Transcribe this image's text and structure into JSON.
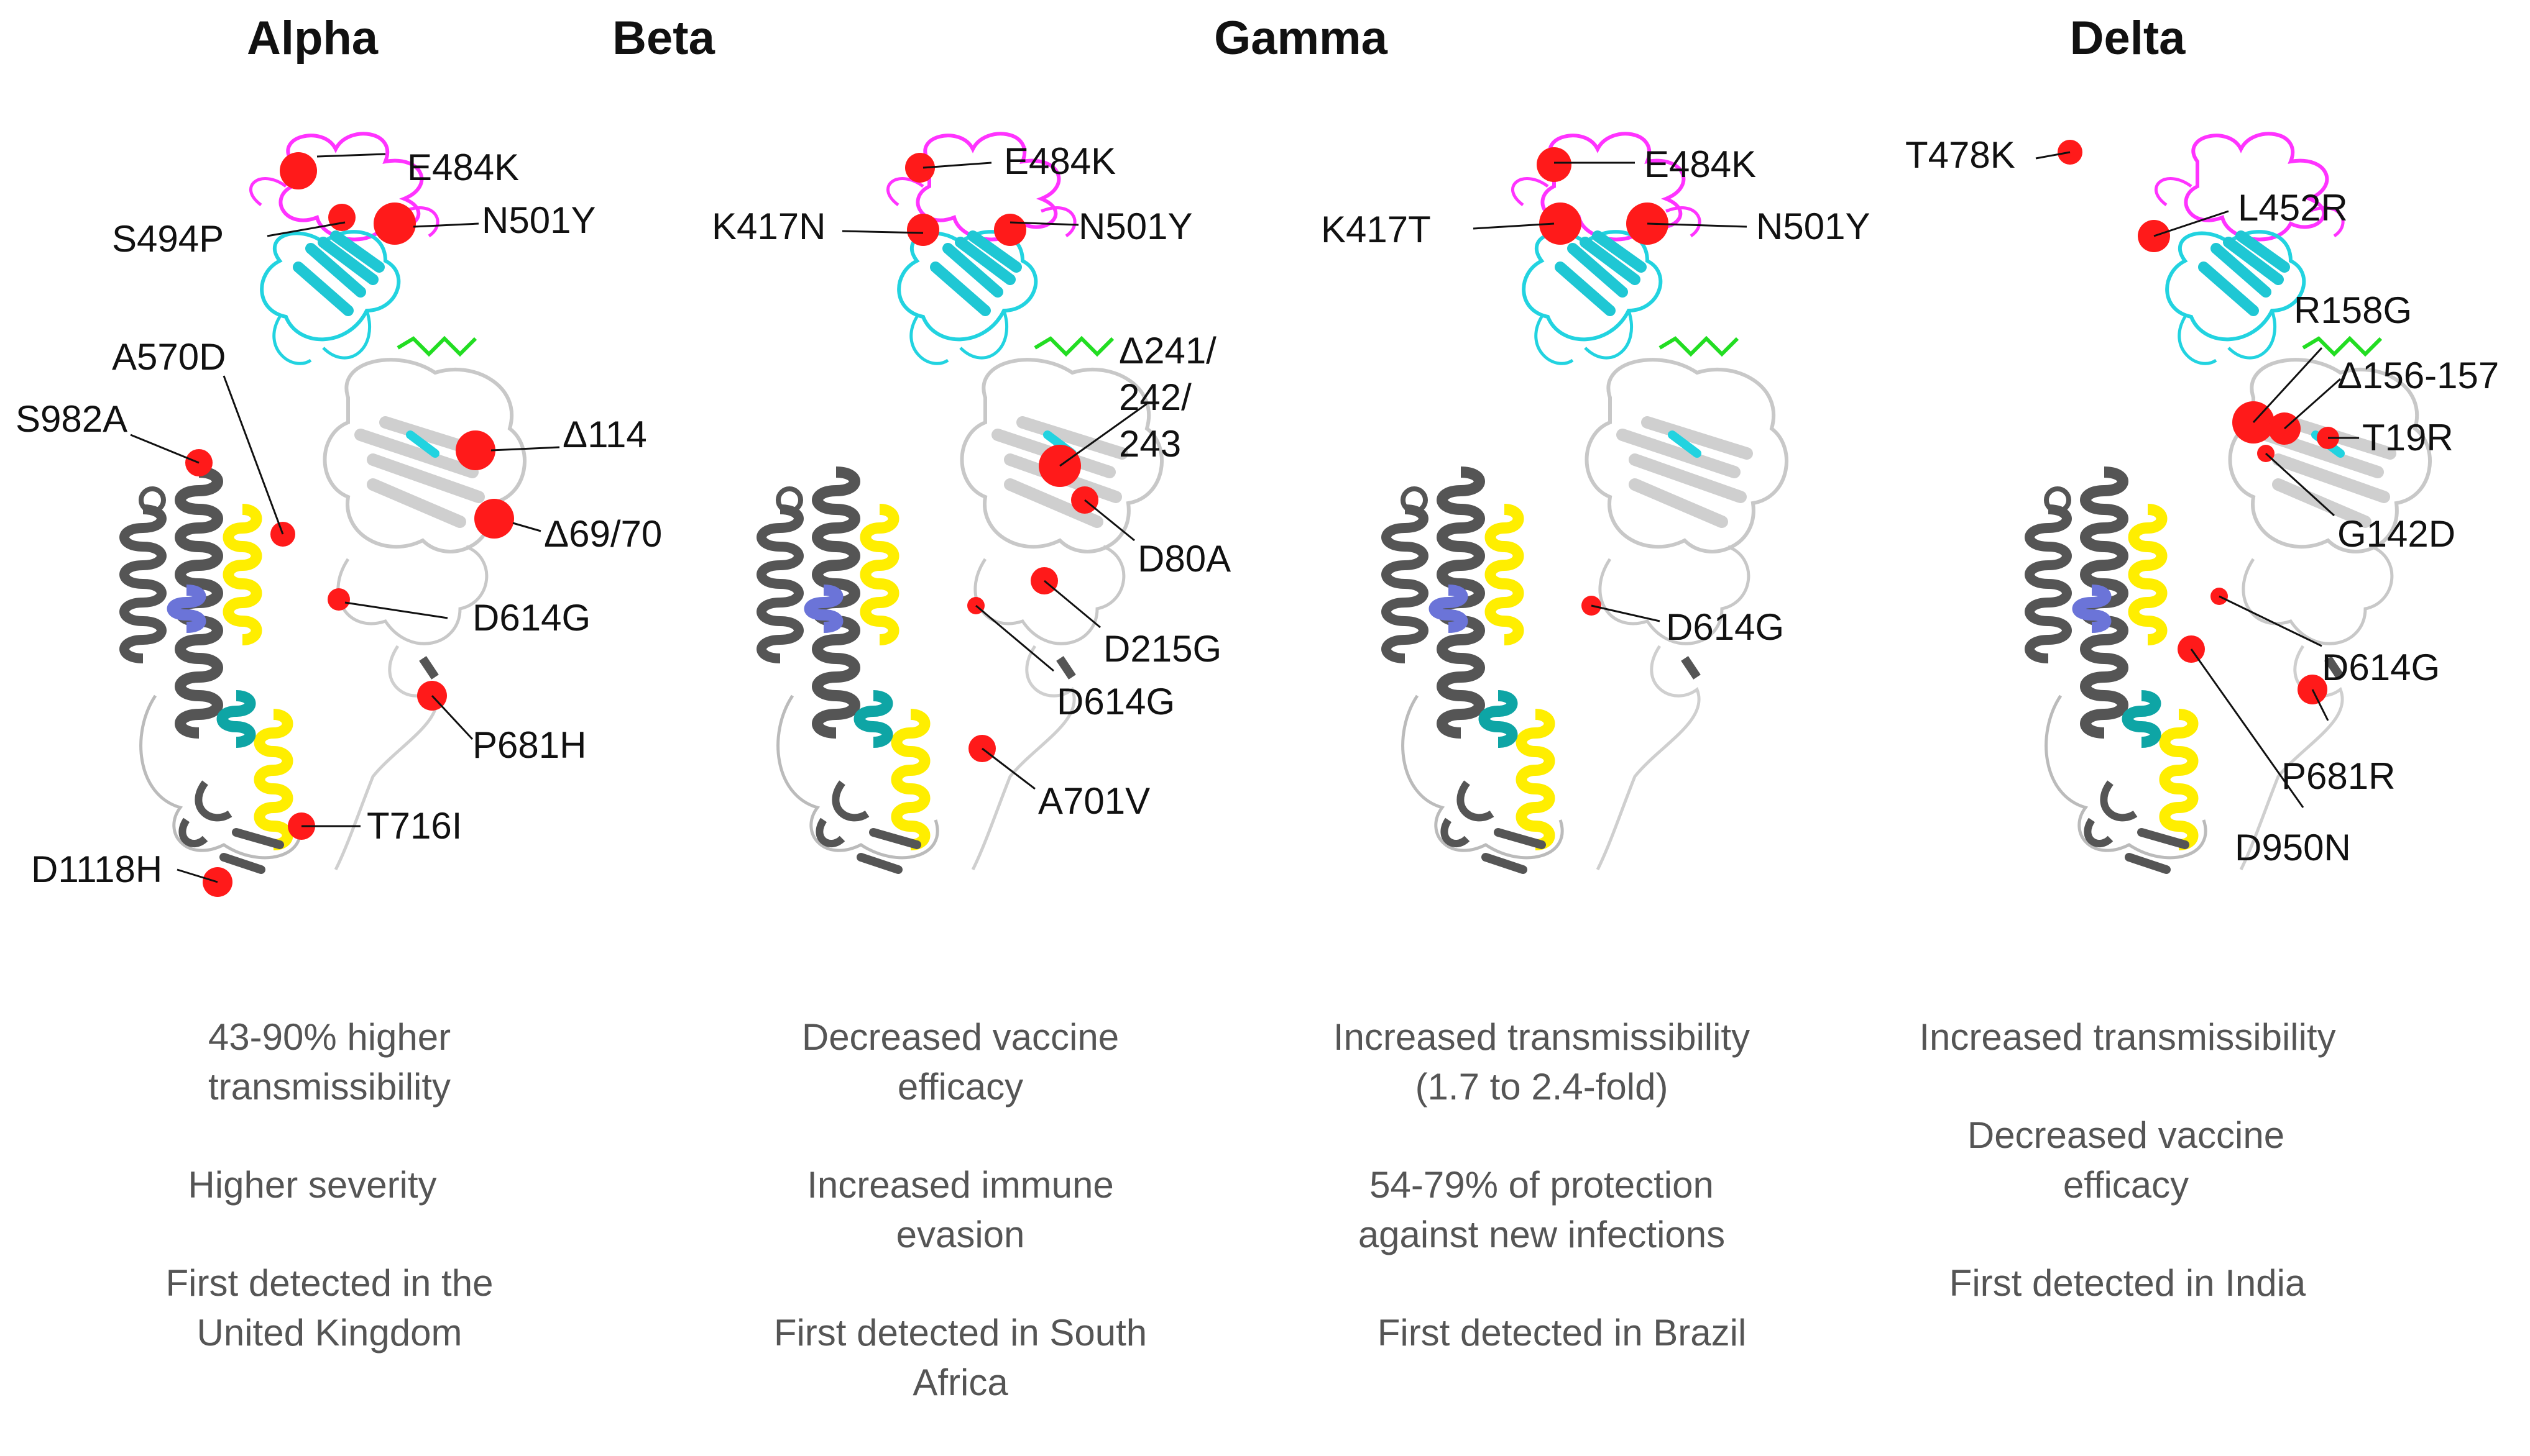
{
  "variants": [
    {
      "title": "Alpha",
      "mutations": [
        "E484K",
        "S494P",
        "N501Y",
        "A570D",
        "S982A",
        "Δ114",
        "Δ69/70",
        "D614G",
        "P681H",
        "T716I",
        "D1118H"
      ],
      "descriptions": [
        "43-90% higher transmissibility",
        "Higher severity",
        "First detected in the United Kingdom"
      ]
    },
    {
      "title": "Beta",
      "mutations": [
        "E484K",
        "K417N",
        "N501Y",
        "Δ241/",
        "242/",
        "243",
        "D80A",
        "D215G",
        "D614G",
        "A701V"
      ],
      "descriptions": [
        "Decreased vaccine efficacy",
        "Increased immune evasion",
        "First detected in South Africa"
      ]
    },
    {
      "title": "Gamma",
      "mutations": [
        "E484K",
        "K417T",
        "N501Y",
        "D614G"
      ],
      "descriptions": [
        "Increased transmissibility (1.7 to 2.4-fold)",
        "54-79% of protection against new infections",
        "First detected in Brazil"
      ]
    },
    {
      "title": "Delta",
      "mutations": [
        "T478K",
        "L452R",
        "R158G",
        "Δ156-157",
        "T19R",
        "G142D",
        "D614G",
        "P681R",
        "D950N"
      ],
      "descriptions": [
        "Increased transmissibility",
        "Decreased vaccine efficacy",
        "First detected in India"
      ]
    }
  ],
  "colors": {
    "mutation": "#ff1a1a",
    "rbd_loop": "#ff33ff",
    "rbd_core": "#22d3e0",
    "ntd": "#c8c8c8",
    "helix_dark": "#555555",
    "helix_yellow": "#ffee00",
    "helix_teal": "#0ea5a5",
    "helix_blue": "#6b74d8",
    "linker_green": "#22dd22"
  }
}
